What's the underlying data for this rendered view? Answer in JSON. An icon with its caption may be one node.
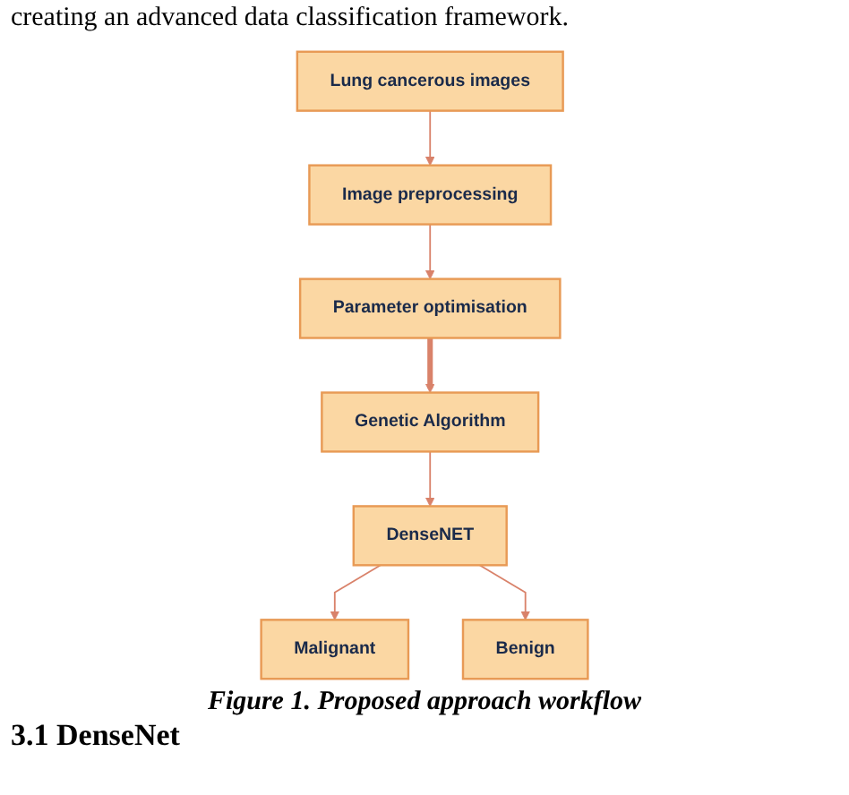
{
  "diagram": {
    "caption": "Figure 1. Proposed approach workflow",
    "nodes": [
      {
        "text": [
          "Lung cancerous images"
        ]
      },
      {
        "text": [
          "Image preprocessing"
        ]
      },
      {
        "text": [
          "Parameter optimisation"
        ]
      },
      {
        "text": [
          "Genetic Algorithm"
        ]
      },
      {
        "text": [
          "DenseNET"
        ]
      },
      {
        "text": [
          "Malignant"
        ]
      },
      {
        "text": [
          "Benign"
        ]
      }
    ],
    "edges": [
      {
        "from": 0,
        "to": 1,
        "arrow": "to"
      },
      {
        "from": 1,
        "to": 2,
        "arrow": "to"
      },
      {
        "from": 2,
        "to": 3,
        "arrow": "to",
        "style": "thick"
      },
      {
        "from": 3,
        "to": 4,
        "arrow": "to"
      },
      {
        "from": 4,
        "to": 5,
        "arrow": "to"
      },
      {
        "from": 4,
        "to": 6,
        "arrow": "to"
      }
    ],
    "labels": [
      "creating an advanced data classification framework.",
      "3.1 DenseNet"
    ]
  }
}
